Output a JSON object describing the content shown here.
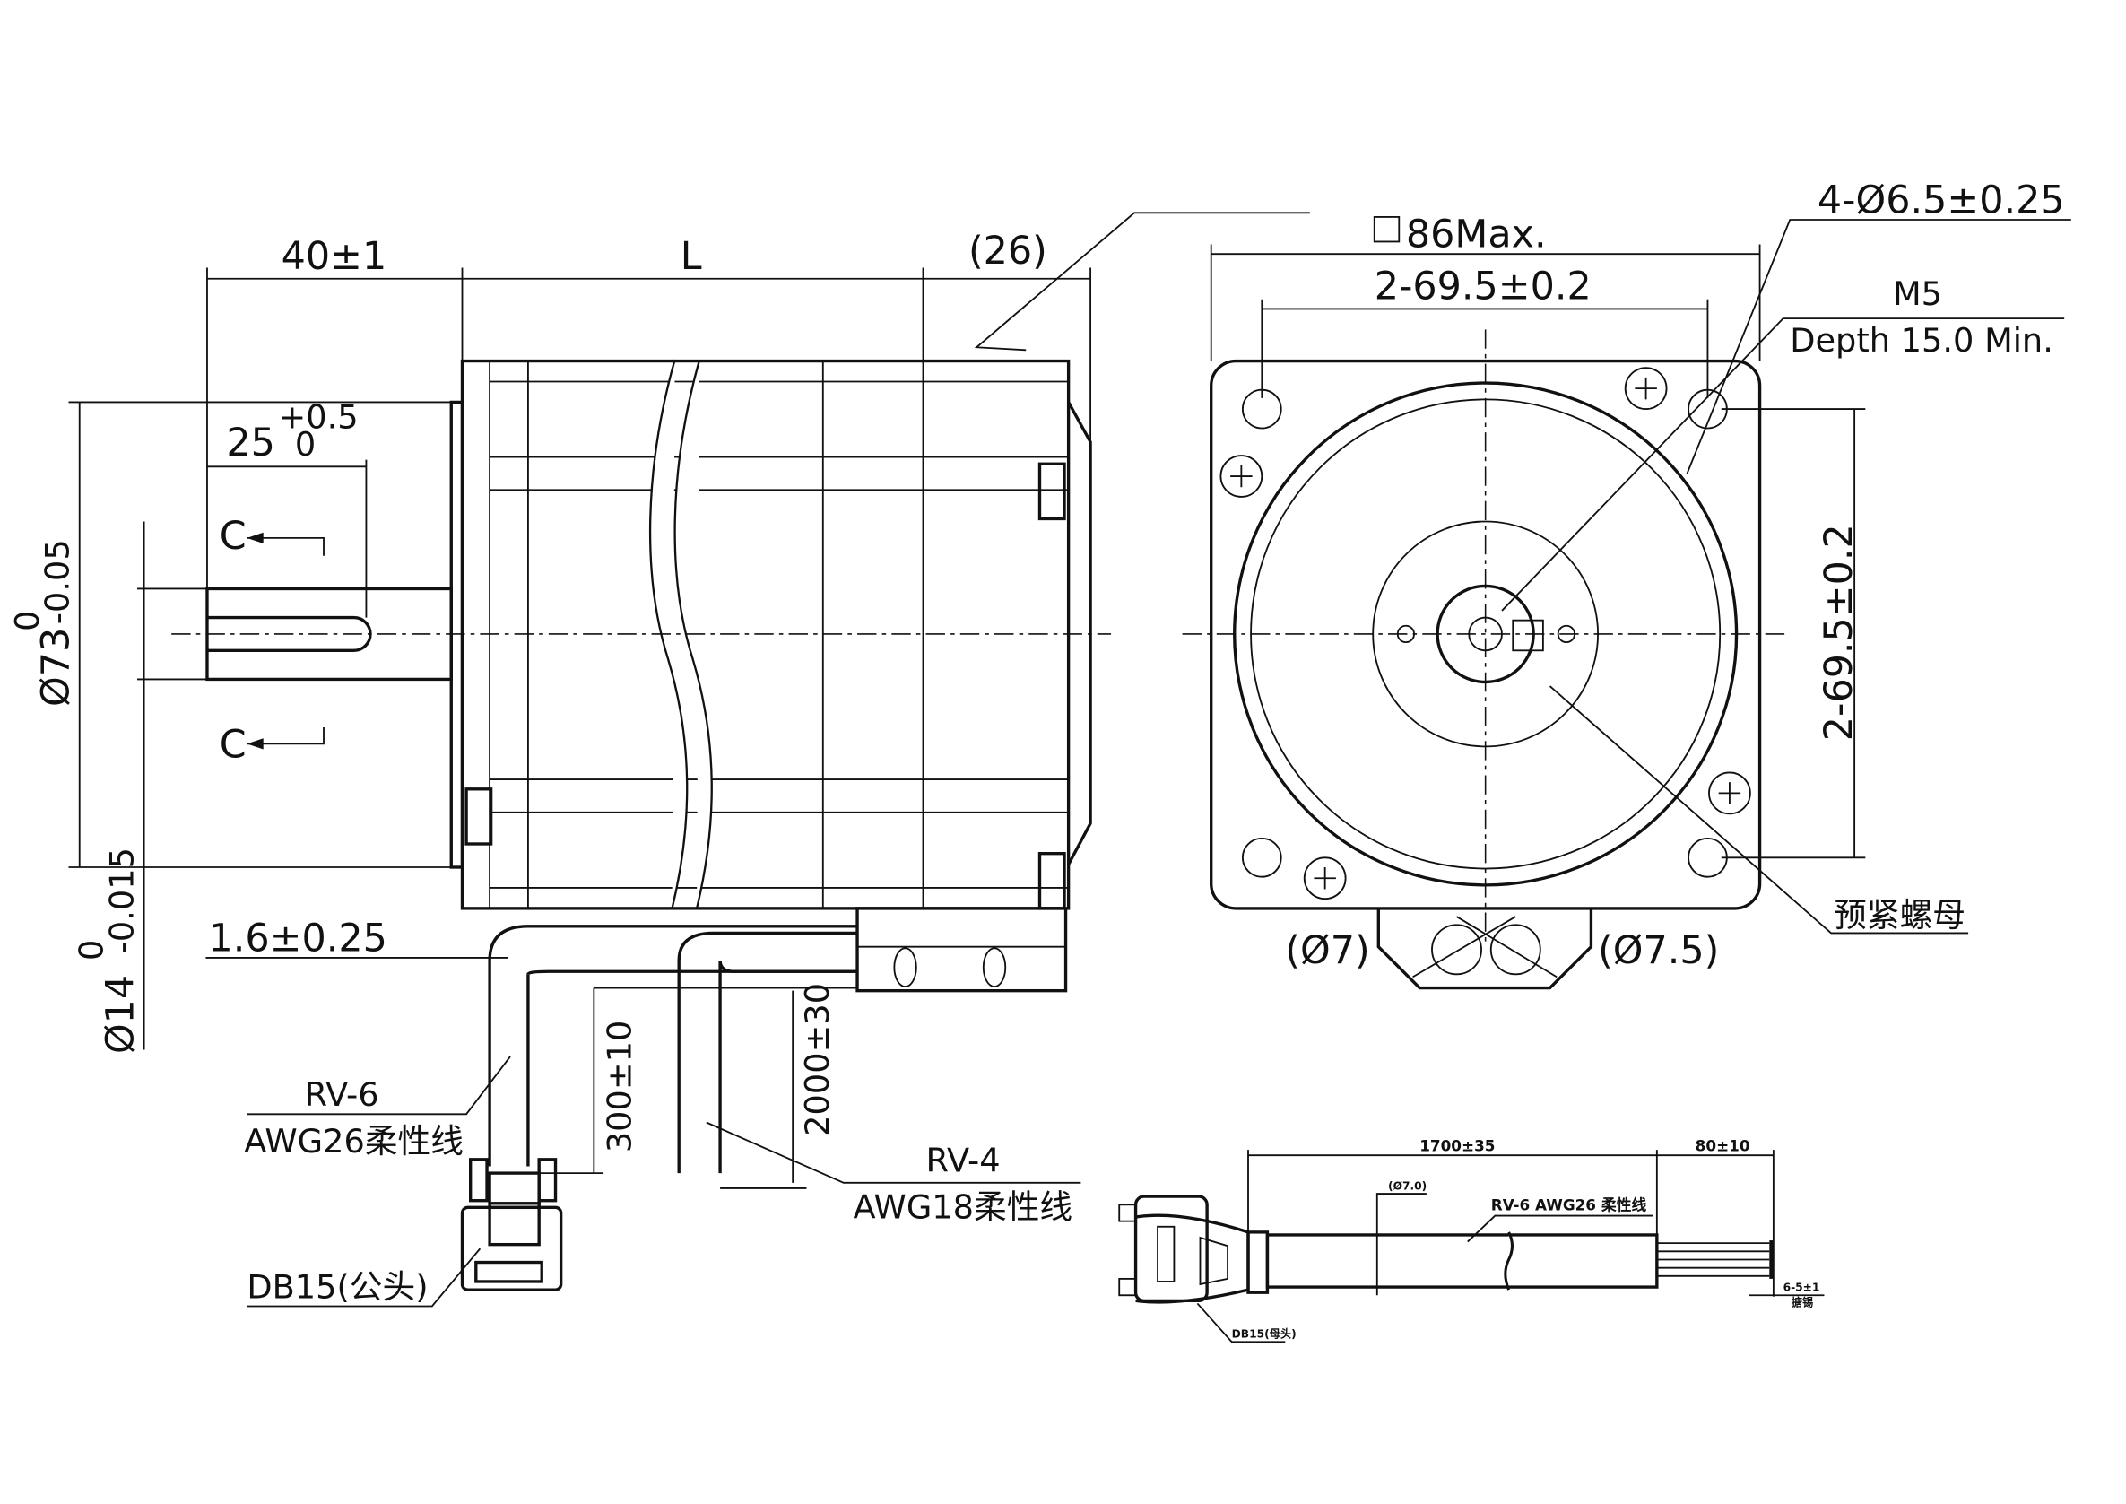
{
  "side_view": {
    "shaft_length": "40±1",
    "body_length": "L",
    "rear_length": "(26)",
    "key_length": "25",
    "key_tol_upper": "+0.5",
    "key_tol_lower": "0",
    "section_label_top": "C",
    "section_label_bottom": "C",
    "flange_dia": "Ø73",
    "flange_tol_upper": "0",
    "flange_tol_lower": "-0.05",
    "shaft_dia": "Ø14",
    "shaft_tol_upper": "0",
    "shaft_tol_lower": "-0.015",
    "flange_thickness": "1.6±0.25",
    "cable1_type": "RV-6",
    "cable1_spec": "AWG26柔性线",
    "cable1_length": "300±10",
    "cable2_length": "2000±30",
    "cable2_type": "RV-4",
    "cable2_spec": "AWG18柔性线",
    "connector": "DB15(公头)"
  },
  "front_view": {
    "square_size": "86Max.",
    "hole_pitch_h": "2-69.5±0.2",
    "hole_pitch_v": "2-69.5±0.2",
    "mount_holes": "4-Ø6.5±0.25",
    "thread": "M5",
    "thread_depth": "Depth 15.0 Min.",
    "lock_nut": "预紧螺母",
    "gland_left": "(Ø7)",
    "gland_right": "(Ø7.5)"
  },
  "cable_drawing": {
    "cable_length": "1700±35",
    "strip_length": "80±10",
    "cable_dia": "(Ø7.0)",
    "cable_label": "RV-6 AWG26 柔性线",
    "tin_length": "6-5±1",
    "tin_label": "搪锡",
    "connector": "DB15(母头)"
  }
}
